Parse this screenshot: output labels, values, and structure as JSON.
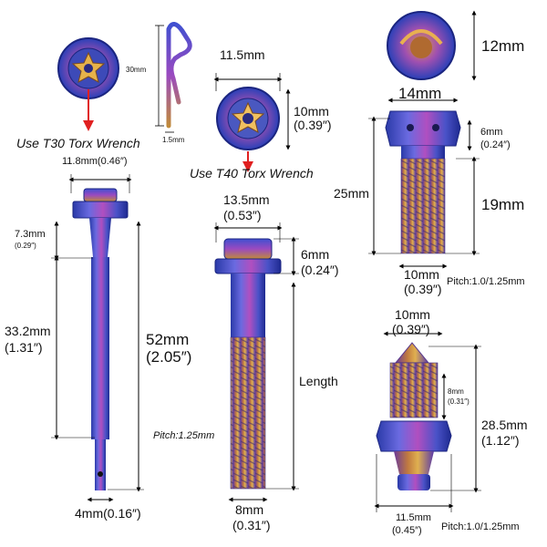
{
  "colors": {
    "titanium_blue": "#3b4fc8",
    "titanium_purple": "#8a3fb8",
    "titanium_gold": "#c9963c",
    "arrow_red": "#e02020",
    "dim_line": "#000000"
  },
  "top_left": {
    "wrench_text": "Use T30 Torx  Wrench",
    "pin_height": "30mm",
    "pin_wire": "1.5mm"
  },
  "top_middle": {
    "head_width": "11.5mm",
    "head_height_mm": "10mm",
    "head_height_in": "(0.39″)",
    "wrench_text": "Use T40 Torx Wrench"
  },
  "top_right": {
    "head_height": "12mm",
    "hex_width": "14mm",
    "hex_height_mm": "6mm",
    "hex_height_in": "(0.24″)",
    "overall": "25mm",
    "thread_length": "19mm",
    "thread_dia_mm": "10mm",
    "thread_dia_in": "(0.39″)",
    "pitch": "Pitch:1.0/1.25mm"
  },
  "left_pin": {
    "head_width": "11.8mm(0.46″)",
    "head_height_mm": "7.3mm",
    "head_height_in": "(0.29″)",
    "shank_mm": "33.2mm",
    "shank_in": "(1.31″)",
    "total_mm": "52mm",
    "total_in": "(2.05″)",
    "tip_dia": "4mm(0.16″)"
  },
  "middle_bolt": {
    "head_width_mm": "13.5mm",
    "head_width_in": "(0.53″)",
    "head_height_mm": "6mm",
    "head_height_in": "(0.24″)",
    "length": "Length",
    "pitch": "Pitch:1.25mm",
    "thread_dia_mm": "8mm",
    "thread_dia_in": "(0.31″)"
  },
  "bleeder": {
    "top_dia_mm": "10mm",
    "top_dia_in": "(0.39″)",
    "hex_mm": "8mm",
    "hex_in": "(0.31″)",
    "total_mm": "28.5mm",
    "total_in": "(1.12″)",
    "base_dia_mm": "11.5mm",
    "base_dia_in": "(0.45″)",
    "pitch": "Pitch:1.0/1.25mm"
  }
}
